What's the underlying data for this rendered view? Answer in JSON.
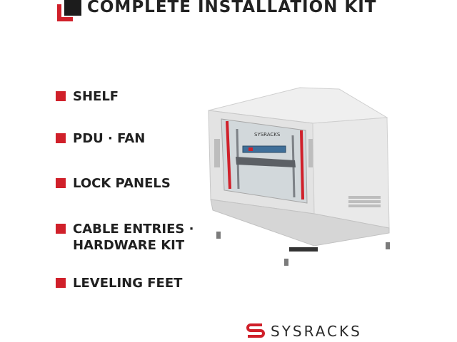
{
  "header": {
    "title": "COMPLETE INSTALLATION KIT"
  },
  "features": [
    {
      "label": "SHELF"
    },
    {
      "label": "PDU · FAN"
    },
    {
      "label": "LOCK PANELS"
    },
    {
      "label": "CABLE ENTRIES ·",
      "label2": "HARDWARE KIT"
    },
    {
      "label": "LEVELING FEET"
    }
  ],
  "product": {
    "panel_label": "SYSRACKS"
  },
  "brand": {
    "name": "SYSRACKS"
  },
  "colors": {
    "accent": "#d0202a",
    "text": "#202020",
    "cabinet": "#e8e8e8"
  }
}
